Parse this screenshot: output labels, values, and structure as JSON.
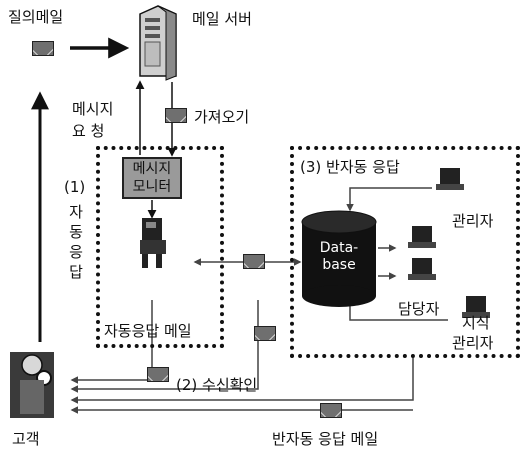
{
  "labels": {
    "question_mail": "질의메일",
    "mail_server": "메일 서버",
    "message_request_line1": "메시지",
    "message_request_line2": "요 청",
    "fetch": "가져오기",
    "monitor_line1": "메시지",
    "monitor_line2": "모니터",
    "auto_step": "(1)",
    "auto_vertical": "자동응답",
    "auto_reply_mail": "자동응답 메일",
    "receipt_confirm": "(2) 수신확인",
    "semi_auto_reply": "(3) 반자동 응답",
    "admin": "관리자",
    "database_line1": "Data-",
    "database_line2": "base",
    "staff": "담당자",
    "knowledge_manager_line1": "지식",
    "knowledge_manager_line2": "관리자",
    "customer": "고객",
    "semi_auto_reply_mail": "반자동 응답 메일"
  },
  "icons": [
    "mail-envelope-icon",
    "server-icon",
    "robot-icon",
    "database-icon",
    "computer-icon",
    "person-icon"
  ]
}
